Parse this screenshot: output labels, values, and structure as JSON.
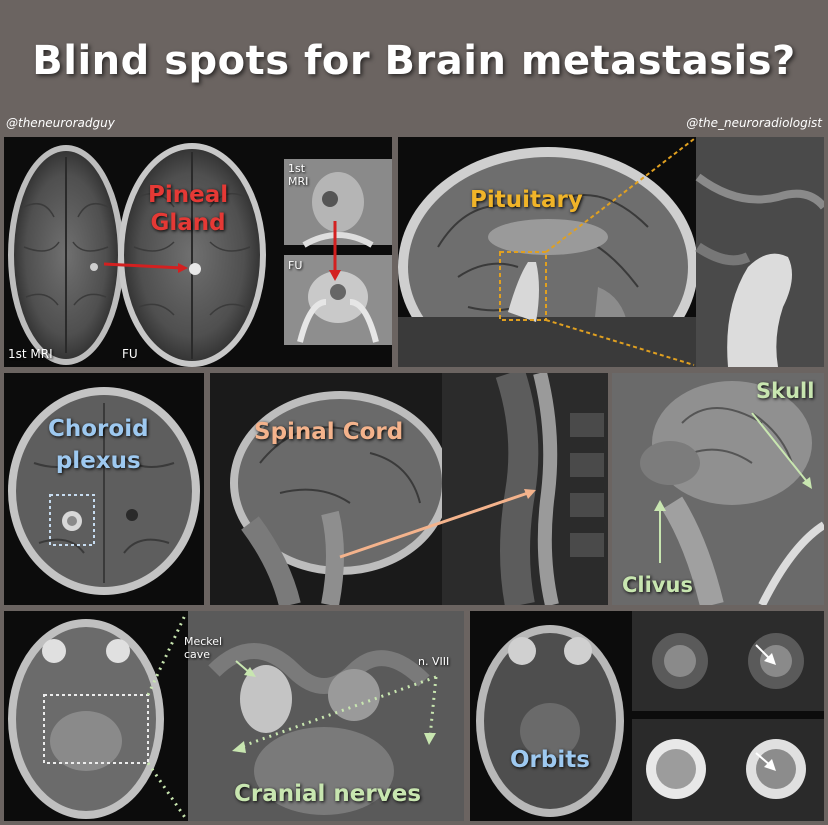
{
  "title": "Blind spots for Brain metastasis?",
  "handles": {
    "left": "@theneuroradguy",
    "right": "@the_neuroradiologist"
  },
  "panels": {
    "pineal": {
      "label_line1": "Pineal",
      "label_line2": "Gland",
      "first_mri": "1st MRI",
      "fu": "FU",
      "inset_first_line1": "1st",
      "inset_first_line2": "MRI",
      "inset_fu": "FU"
    },
    "pituitary": {
      "label": "Pituitary"
    },
    "choroid": {
      "label_line1": "Choroid",
      "label_line2": "plexus"
    },
    "spinal": {
      "label": "Spinal Cord"
    },
    "skull": {
      "skull_label": "Skull",
      "clivus_label": "Clivus"
    },
    "cranial": {
      "label": "Cranial nerves",
      "meckel_line1": "Meckel",
      "meckel_line2": "cave",
      "nviii": "n. VIII"
    },
    "orbits": {
      "label": "Orbits"
    }
  },
  "colors": {
    "background": "#6b6461",
    "pineal_label": "#e53935",
    "pituitary_label": "#f0b429",
    "choroid_label": "#9ec9f0",
    "spinal_label": "#f4b38c",
    "green_label": "#c8e6b0",
    "arrow_red": "#d32020",
    "dotted_orange": "#e0a020"
  }
}
